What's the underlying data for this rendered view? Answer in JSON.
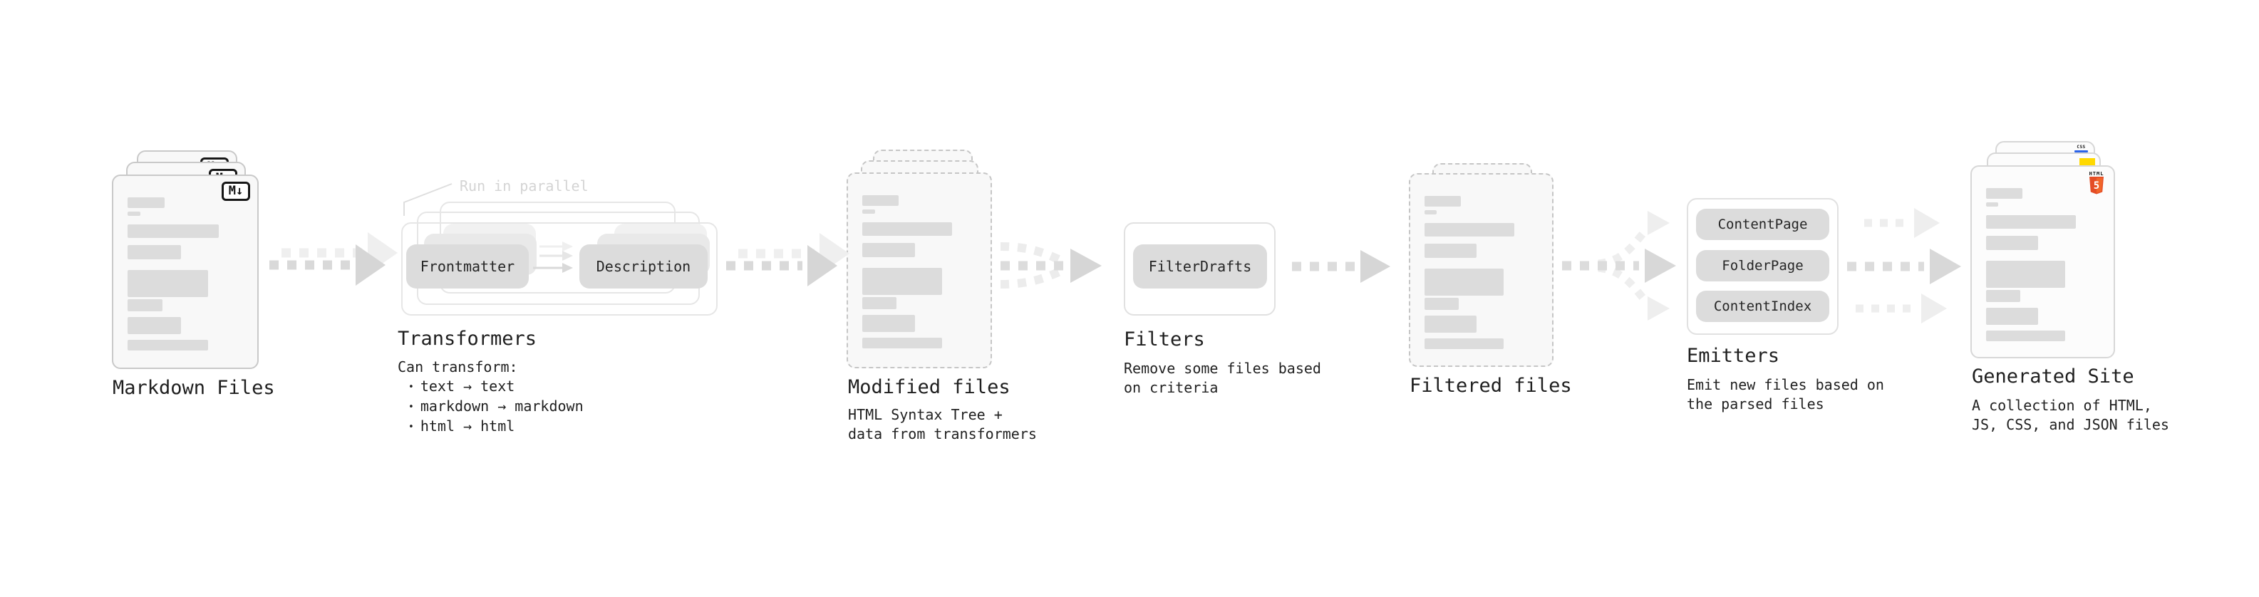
{
  "diagram": {
    "colors": {
      "arrow_main": "#d9d9d9",
      "arrow_ghost": "#eeeeee",
      "card_fill": "#f8f8f8",
      "card_border": "#c9c9c9",
      "bar_fill": "#dcdcdc",
      "pill_fill": "#dcdcdc",
      "panel_border": "#e1e1e1",
      "muted_label": "#d4d4d4",
      "text": "#1f1f1f",
      "html5_orange_dark": "#e44d26",
      "html5_orange_light": "#f16529",
      "js_yellow": "#ffd900",
      "css_blue": "#2b63e8"
    },
    "nodes": {
      "markdown_files": {
        "title": "Markdown Files",
        "badge": "M↓"
      },
      "transformers": {
        "title": "Transformers",
        "callout": "Run in parallel",
        "pill_left": "Frontmatter",
        "pill_right": "Description",
        "sub_intro": "Can transform:",
        "bullet_char": "•",
        "bullets": [
          "text → text",
          "markdown → markdown",
          "html → html"
        ]
      },
      "modified_files": {
        "title": "Modified files",
        "subtitle": "HTML Syntax Tree +\ndata from transformers"
      },
      "filters": {
        "title": "Filters",
        "pill": "FilterDrafts",
        "subtitle": "Remove some files based\non criteria"
      },
      "filtered_files": {
        "title": "Filtered files"
      },
      "emitters": {
        "title": "Emitters",
        "pills": [
          "ContentPage",
          "FolderPage",
          "ContentIndex"
        ],
        "subtitle": "Emit new files based on\nthe parsed files"
      },
      "generated_site": {
        "title": "Generated Site",
        "subtitle": "A collection of HTML,\nJS, CSS, and JSON files",
        "css_badge": "CSS",
        "html_badge_word": "HTML",
        "html_badge_number": "5"
      }
    },
    "decor": {
      "doc_bars": [
        {
          "w": 32,
          "h": 15,
          "mt": 30
        },
        {
          "w": 11,
          "h": 6,
          "mt": 5
        },
        {
          "w": 79,
          "h": 19,
          "mt": 12
        },
        {
          "w": 46,
          "h": 20,
          "mt": 10
        },
        {
          "w": 70,
          "h": 38,
          "mt": 15
        },
        {
          "w": 30,
          "h": 17,
          "mt": 3
        },
        {
          "w": 46,
          "h": 24,
          "mt": 8
        },
        {
          "w": 70,
          "h": 15,
          "mt": 8
        }
      ]
    }
  }
}
